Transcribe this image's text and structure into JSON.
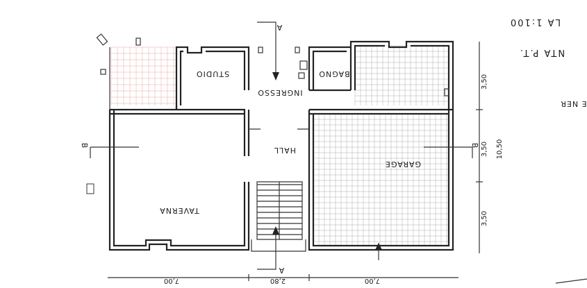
{
  "rooms": {
    "studio": "STUDIO",
    "bagno": "BAGNO",
    "ingresso": "INGRESSO",
    "hall": "HALL",
    "garage": "GARAGE",
    "taverna": "TAVERNA"
  },
  "sections": {
    "a_top": "A",
    "a_bottom": "A",
    "b_left": "B",
    "b_right": "B"
  },
  "dimensions": {
    "bottom_left": "7,00",
    "bottom_mid": "2,80",
    "bottom_right": "7,00",
    "right_top": "3,50",
    "right_mid": "3,50",
    "right_bot": "3,50",
    "right_total": "10,50"
  },
  "title_block": {
    "scale": "LA 1:100",
    "plan_name": "NTA P.T.",
    "cut_text": "UE NER"
  }
}
